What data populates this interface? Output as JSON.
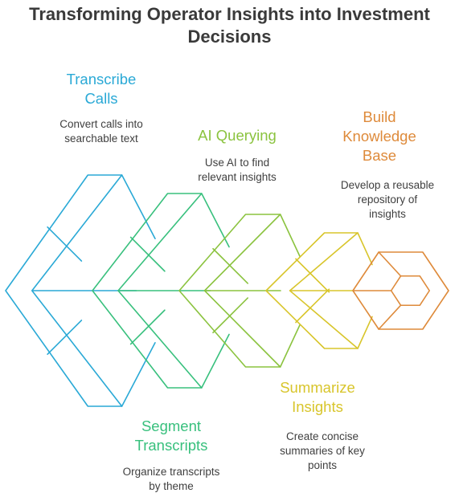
{
  "title": [
    "Transforming Operator Insights into Investment",
    "Decisions"
  ],
  "colors": {
    "title": "#3a3a3a",
    "text": "#3f3f3f",
    "transcribe": "#2aa9d6",
    "segment": "#38c07d",
    "query": "#8bc33f",
    "summarize": "#d8c52b",
    "build": "#de8a3a"
  },
  "steps": [
    {
      "id": "transcribe",
      "title": [
        "Transcribe",
        "Calls"
      ],
      "desc": [
        "Convert calls into",
        "searchable text"
      ]
    },
    {
      "id": "segment",
      "title": [
        "Segment",
        "Transcripts"
      ],
      "desc": [
        "Organize transcripts",
        "by theme"
      ]
    },
    {
      "id": "query",
      "title": [
        "AI Querying"
      ],
      "desc": [
        "Use AI to find",
        "relevant insights"
      ]
    },
    {
      "id": "summarize",
      "title": [
        "Summarize",
        "Insights"
      ],
      "desc": [
        "Create concise",
        "summaries of key",
        "points"
      ]
    },
    {
      "id": "build",
      "title": [
        "Build",
        "Knowledge",
        "Base"
      ],
      "desc": [
        "Develop a reusable",
        "repository of",
        "insights"
      ]
    }
  ]
}
